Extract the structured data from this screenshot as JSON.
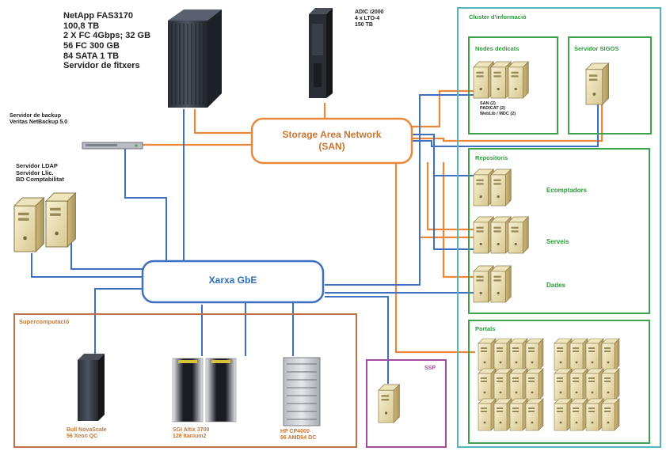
{
  "netapp": {
    "lines": [
      "NetApp FAS3170",
      "100,8 TB",
      "2 X FC 4Gbps; 32 GB",
      "56 FC 300 GB",
      "84 SATA 1 TB",
      "Servidor de fitxers"
    ]
  },
  "adic": {
    "lines": [
      "ADIC i2000",
      "4 x LTO-4",
      "150 TB"
    ]
  },
  "backup": {
    "lines": [
      "Servidor de backup",
      "Veritas NetBackup 5.0"
    ]
  },
  "ldap": {
    "lines": [
      "Servidor LDAP",
      "Servidor Llic.",
      "BD Comptabilitat"
    ]
  },
  "san": {
    "line1": "Storage Area Network",
    "line2": "(SAN)"
  },
  "gbe": {
    "label": "Xarxa GbE"
  },
  "cluster": {
    "title": "Cluster d'informació",
    "nodes_dedicats": {
      "title": "Nodes dedicats",
      "lines": [
        "SAN (2)",
        "PADICAT (2)",
        "WebLib / MDC (2)"
      ]
    },
    "servidor": {
      "title": "Servidor SIGOS"
    },
    "repositoris": {
      "title": "Repositoris",
      "items": [
        "Ecomptadors",
        "Serveis",
        "Dades"
      ]
    },
    "portals": {
      "title": "Portals"
    }
  },
  "supercomp": {
    "title": "Supercomputació",
    "machines": [
      {
        "lines": [
          "Bull NovaScale",
          "56 Xeon QC"
        ]
      },
      {
        "lines": [
          "SGI Altix 3700",
          "128 Itanium2"
        ]
      },
      {
        "lines": [
          "HP CP4000",
          "96 AMD64 DC"
        ]
      }
    ]
  },
  "ssp": {
    "label": "SSP"
  },
  "colors": {
    "orange": "#e9883a",
    "blue": "#3f6fbf",
    "green": "#3da34d",
    "teal": "#56b6bd",
    "brown": "#c0734a",
    "purple": "#a24aa0"
  }
}
